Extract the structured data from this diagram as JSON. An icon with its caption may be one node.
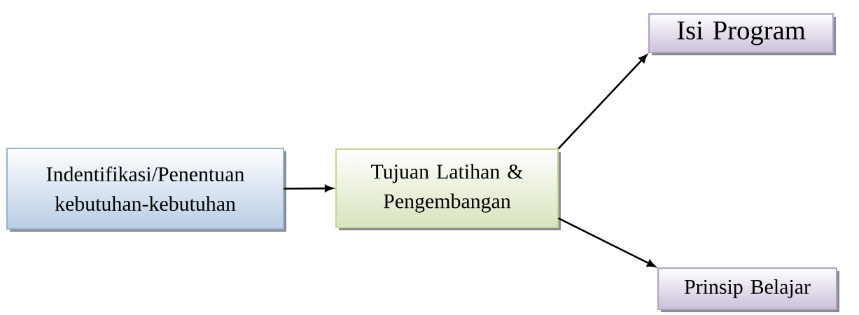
{
  "diagram": {
    "nodes": [
      {
        "text": [
          "Indentifikasi/Penentuan kebutuhan-kebutuhan"
        ]
      },
      {
        "text": [
          "Tujuan Latihan & Pengembangan"
        ]
      },
      {
        "text": [
          "Isi Program"
        ]
      },
      {
        "text": [
          "Prinsip Belajar"
        ]
      }
    ],
    "edges": [
      {
        "from": 0,
        "to": 1,
        "arrow": "to"
      },
      {
        "from": 1,
        "to": 2,
        "arrow": "to"
      },
      {
        "from": 1,
        "to": 3,
        "arrow": "to"
      }
    ]
  }
}
